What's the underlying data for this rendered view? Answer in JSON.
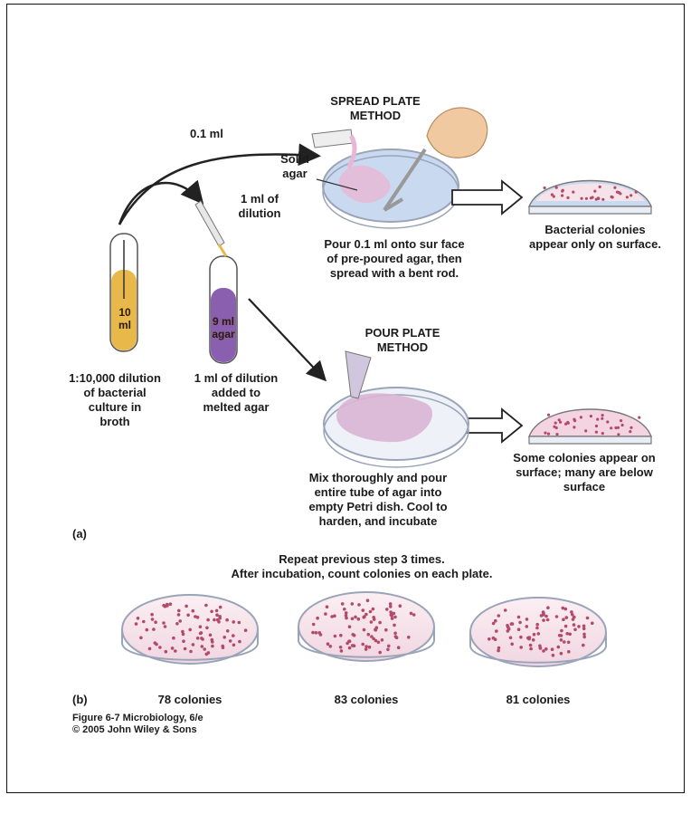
{
  "labels": {
    "spread_title_1": "SPREAD PLATE",
    "spread_title_2": "METHOD",
    "transfer_small": "0.1 ml",
    "solid_agar_1": "Solid",
    "solid_agar_2": "agar",
    "dilution_1": "1 ml of",
    "dilution_2": "dilution",
    "spread_caption_1": "Pour 0.1 ml onto sur face",
    "spread_caption_2": "of pre-poured agar, then",
    "spread_caption_3": "spread with a bent rod.",
    "spread_result_1": "Bacterial colonies",
    "spread_result_2": "appear only on surface.",
    "tube1_1": "10",
    "tube1_2": "ml",
    "tube2_1": "9 ml",
    "tube2_2": "agar",
    "broth_1": "1:10,000 dilution",
    "broth_2": "of bacterial",
    "broth_3": "culture in",
    "broth_4": "broth",
    "melted_1": "1 ml of dilution",
    "melted_2": "added to",
    "melted_3": "melted agar",
    "pour_title_1": "POUR PLATE",
    "pour_title_2": "METHOD",
    "pour_result_1": "Some colonies appear on",
    "pour_result_2": "surface; many are below",
    "pour_result_3": "surface",
    "pour_caption_1": "Mix thoroughly and pour",
    "pour_caption_2": "entire tube of agar into",
    "pour_caption_3": "empty Petri dish. Cool to",
    "pour_caption_4": "harden, and incubate",
    "part_a": "(a)",
    "repeat_1": "Repeat previous step 3 times.",
    "repeat_2": "After incubation, count colonies on each plate.",
    "part_b": "(b)",
    "count_1": "78 colonies",
    "count_2": "83 colonies",
    "count_3": "81 colonies",
    "credit_1": "Figure 6-7  Microbiology, 6/e",
    "credit_2": "© 2005 John Wiley & Sons"
  },
  "colony_counts": [
    78,
    83,
    81
  ],
  "colors": {
    "agar_blue": "#c9d9f0",
    "dish_rim": "#9aa4b8",
    "broth_yellow": "#e8b84a",
    "agar_purple": "#8a5fb0",
    "pour_pink": "#d9b5d4",
    "colony": "#b24a6a",
    "plate_pink": "#f6e3ea",
    "arrow": "#222222"
  }
}
